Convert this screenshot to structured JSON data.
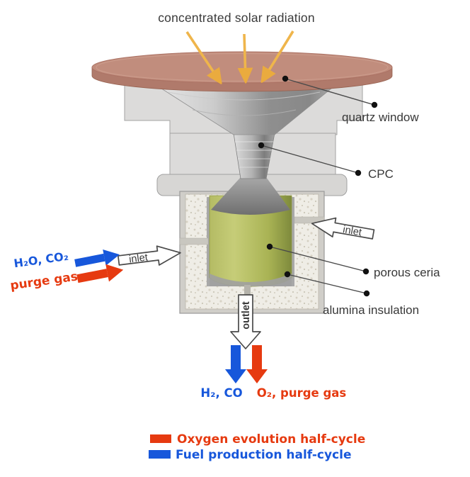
{
  "title": "concentrated solar radiation",
  "colors": {
    "blue": "#1757DB",
    "red": "#E63A10",
    "amber": "#EFB54B",
    "flange_top": "#C18D7D",
    "flange_side": "#B07A6B",
    "ceria_green": "#B3BC5E",
    "housing_gray": "#DCDBDA",
    "insulation_white": "#EFEDE6",
    "label_text": "#383838"
  },
  "callouts": {
    "quartz_window": "quartz window",
    "cpc": "CPC",
    "porous_ceria": "porous ceria",
    "alumina_insulation": "alumina insulation"
  },
  "flow_arrows": {
    "inlet_left": "inlet",
    "inlet_right": "inlet",
    "outlet": "outlet"
  },
  "streams": {
    "inlet_reactants": "H₂O, CO₂",
    "inlet_purge": "purge gas",
    "outlet_fuel": "H₂, CO",
    "outlet_oxygen": "O₂, purge gas"
  },
  "legend": [
    {
      "swatch": "#E63A10",
      "label": "Oxygen evolution half-cycle"
    },
    {
      "swatch": "#1757DB",
      "label": "Fuel production half-cycle"
    }
  ]
}
